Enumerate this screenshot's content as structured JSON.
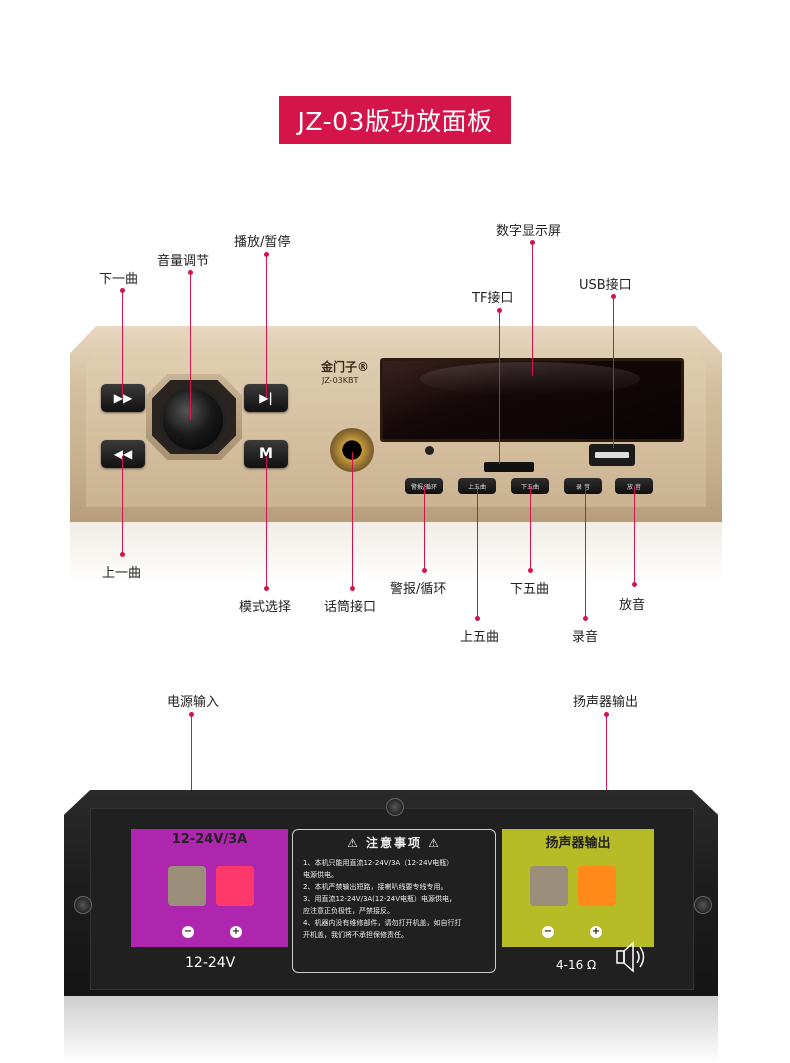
{
  "title": "JZ-03版功放面板",
  "front_panel": {
    "brand": "金门子®",
    "model": "JZ-03KBT",
    "buttons": {
      "next": "▶▶",
      "prev": "◀◀",
      "play_pause": "▶|",
      "mode": "M",
      "alarm_loop": "警报/循环",
      "prev_five": "上五曲",
      "next_five": "下五曲",
      "record": "录 音",
      "playback": "放 音"
    },
    "callouts": {
      "next_track": "下一曲",
      "volume": "音量调节",
      "play_pause": "播放/暂停",
      "display": "数字显示屏",
      "tf_port": "TF接口",
      "usb_port": "USB接口",
      "prev_track": "上一曲",
      "mode_select": "模式选择",
      "mic_port": "话筒接口",
      "alarm_loop": "警报/循环",
      "next_five": "下五曲",
      "playback": "放音",
      "prev_five": "上五曲",
      "record": "录音"
    }
  },
  "rear_panel": {
    "callouts": {
      "power_input": "电源输入",
      "speaker_output": "扬声器输出"
    },
    "power_zone_title": "12-24V/3A",
    "speaker_zone_title": "扬声器输出",
    "voltage_label": "12-24V",
    "impedance_label": "4-16 Ω",
    "minus": "−",
    "plus": "+",
    "notice": {
      "title": "⚠ 注意事项 ⚠",
      "lines": [
        "1、本机只能用直流12-24V/3A（12-24V电瓶）",
        "电源供电。",
        "2、本机严禁输出短路，接喇叭线要专线专用。",
        "3、用直流12-24V/3A(12-24V电瓶）电源供电，",
        "应注意正负极性，严禁接反。",
        "4、机器内没有维修部件，请勿打开机盖，如自行打",
        "开机盖，我们将不承担保修责任。"
      ]
    }
  },
  "colors": {
    "accent": "#d4154c",
    "power_zone": "#c828c8",
    "speaker_zone": "#d2d728"
  }
}
